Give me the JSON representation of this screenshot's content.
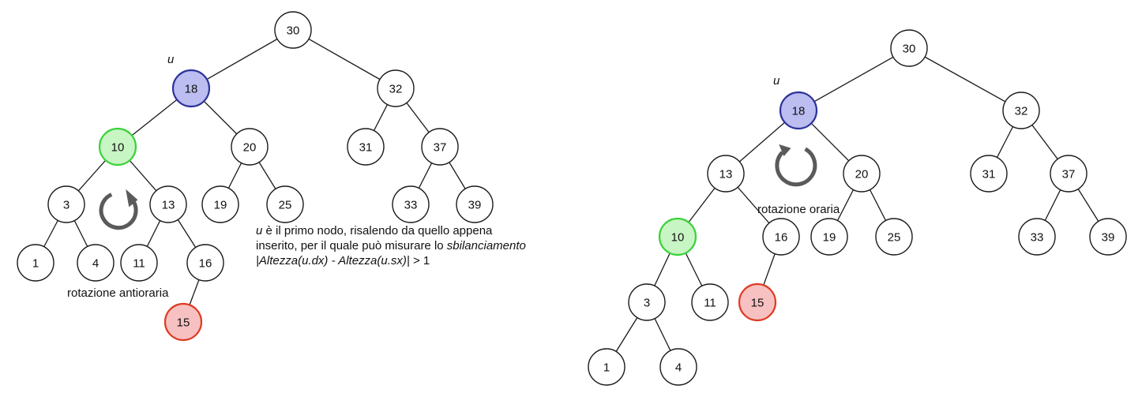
{
  "left_tree": {
    "pivot_label": "u",
    "rotation_label": "rotazione antioraria",
    "nodes": [
      {
        "id": "l30",
        "label": "30",
        "role": "normal"
      },
      {
        "id": "l18",
        "label": "18",
        "role": "pivot"
      },
      {
        "id": "l32",
        "label": "32",
        "role": "normal"
      },
      {
        "id": "l10",
        "label": "10",
        "role": "child"
      },
      {
        "id": "l20",
        "label": "20",
        "role": "normal"
      },
      {
        "id": "l31",
        "label": "31",
        "role": "normal"
      },
      {
        "id": "l37",
        "label": "37",
        "role": "normal"
      },
      {
        "id": "l3",
        "label": "3",
        "role": "normal"
      },
      {
        "id": "l13",
        "label": "13",
        "role": "normal"
      },
      {
        "id": "l19",
        "label": "19",
        "role": "normal"
      },
      {
        "id": "l25",
        "label": "25",
        "role": "normal"
      },
      {
        "id": "l33",
        "label": "33",
        "role": "normal"
      },
      {
        "id": "l39",
        "label": "39",
        "role": "normal"
      },
      {
        "id": "l1",
        "label": "1",
        "role": "normal"
      },
      {
        "id": "l4",
        "label": "4",
        "role": "normal"
      },
      {
        "id": "l11",
        "label": "11",
        "role": "normal"
      },
      {
        "id": "l16",
        "label": "16",
        "role": "normal"
      },
      {
        "id": "l15",
        "label": "15",
        "role": "inserted"
      }
    ],
    "edges": [
      [
        "l30",
        "l18"
      ],
      [
        "l30",
        "l32"
      ],
      [
        "l18",
        "l10"
      ],
      [
        "l18",
        "l20"
      ],
      [
        "l32",
        "l31"
      ],
      [
        "l32",
        "l37"
      ],
      [
        "l10",
        "l3"
      ],
      [
        "l10",
        "l13"
      ],
      [
        "l20",
        "l19"
      ],
      [
        "l20",
        "l25"
      ],
      [
        "l37",
        "l33"
      ],
      [
        "l37",
        "l39"
      ],
      [
        "l3",
        "l1"
      ],
      [
        "l3",
        "l4"
      ],
      [
        "l13",
        "l11"
      ],
      [
        "l13",
        "l16"
      ],
      [
        "l16",
        "l15"
      ]
    ]
  },
  "right_tree": {
    "pivot_label": "u",
    "rotation_label": "rotazione oraria",
    "nodes": [
      {
        "id": "r30",
        "label": "30",
        "role": "normal"
      },
      {
        "id": "r18",
        "label": "18",
        "role": "pivot"
      },
      {
        "id": "r32",
        "label": "32",
        "role": "normal"
      },
      {
        "id": "r13",
        "label": "13",
        "role": "normal"
      },
      {
        "id": "r20",
        "label": "20",
        "role": "normal"
      },
      {
        "id": "r31",
        "label": "31",
        "role": "normal"
      },
      {
        "id": "r37",
        "label": "37",
        "role": "normal"
      },
      {
        "id": "r10",
        "label": "10",
        "role": "child"
      },
      {
        "id": "r16",
        "label": "16",
        "role": "normal"
      },
      {
        "id": "r19",
        "label": "19",
        "role": "normal"
      },
      {
        "id": "r25",
        "label": "25",
        "role": "normal"
      },
      {
        "id": "r33",
        "label": "33",
        "role": "normal"
      },
      {
        "id": "r39",
        "label": "39",
        "role": "normal"
      },
      {
        "id": "r3",
        "label": "3",
        "role": "normal"
      },
      {
        "id": "r11",
        "label": "11",
        "role": "normal"
      },
      {
        "id": "r15",
        "label": "15",
        "role": "inserted"
      },
      {
        "id": "r1",
        "label": "1",
        "role": "normal"
      },
      {
        "id": "r4",
        "label": "4",
        "role": "normal"
      }
    ],
    "edges": [
      [
        "r30",
        "r18"
      ],
      [
        "r30",
        "r32"
      ],
      [
        "r18",
        "r13"
      ],
      [
        "r18",
        "r20"
      ],
      [
        "r32",
        "r31"
      ],
      [
        "r32",
        "r37"
      ],
      [
        "r13",
        "r10"
      ],
      [
        "r13",
        "r16"
      ],
      [
        "r20",
        "r19"
      ],
      [
        "r20",
        "r25"
      ],
      [
        "r37",
        "r33"
      ],
      [
        "r37",
        "r39"
      ],
      [
        "r10",
        "r3"
      ],
      [
        "r10",
        "r11"
      ],
      [
        "r16",
        "r15"
      ],
      [
        "r3",
        "r1"
      ],
      [
        "r3",
        "r4"
      ]
    ]
  },
  "caption": {
    "u_var": "u",
    "line1_rest": " è il primo nodo, risalendo da quello appena",
    "line2_start": "inserito, per il quale può misurare lo ",
    "line2_term": "sbilanciamento",
    "line3_formula": "|Altezza(u.dx) - Altezza(u.sx)|",
    "line3_rest": " > 1"
  },
  "colors": {
    "pivot_fill": "#bcbdf0",
    "pivot_stroke": "#2c3399",
    "child_fill": "#c8f5c4",
    "child_stroke": "#3ad23a",
    "inserted_fill": "#f7c1c1",
    "inserted_stroke": "#de3b24",
    "arrow": "#5a5a5a"
  }
}
